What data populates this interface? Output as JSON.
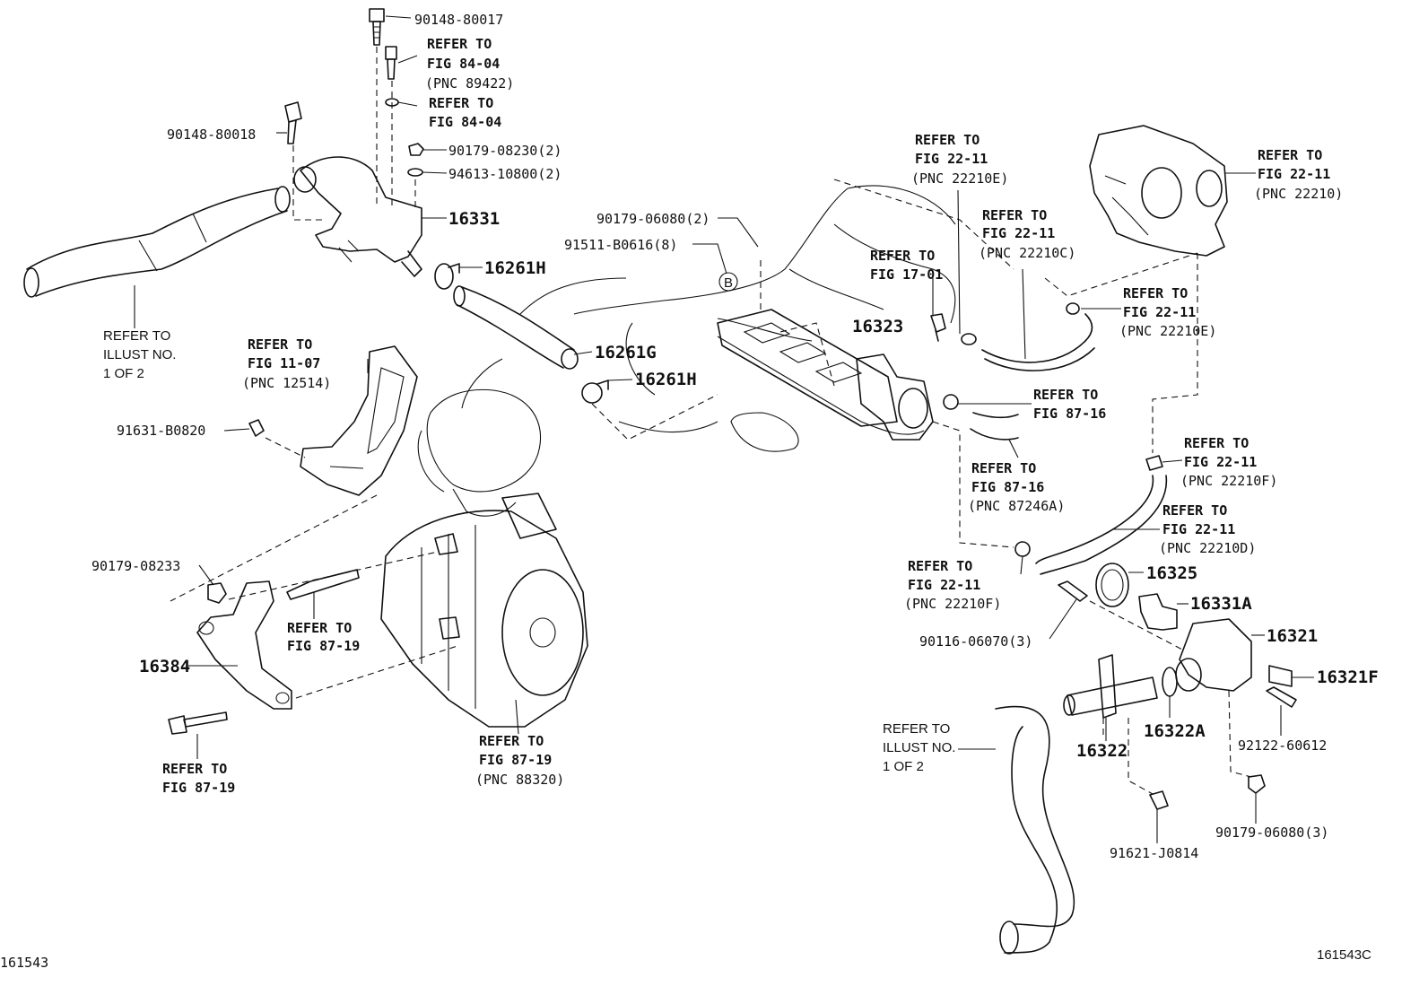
{
  "callouts": {
    "c90148_80017": "90148-80017",
    "c90148_80018": "90148-80018",
    "c90179_08230": "90179-08230(2)",
    "c94613_10800": "94613-10800(2)",
    "c16331": "16331",
    "c16261H_top": "16261H",
    "c16261G": "16261G",
    "c16261H_bot": "16261H",
    "c90179_06080_2": "90179-06080(2)",
    "c91511_B0616": "91511-B0616(8)",
    "cB": "B",
    "c16323": "16323",
    "c91631_B0820": "91631-B0820",
    "c90179_08233": "90179-08233",
    "c16384": "16384",
    "c16325": "16325",
    "c16331A": "16331A",
    "c16321": "16321",
    "c16321F": "16321F",
    "c90116_06070": "90116-06070(3)",
    "c16322A": "16322A",
    "c16322": "16322",
    "c92122_60612": "92122-60612",
    "c90179_06080_3": "90179-06080(3)",
    "c91621_J0814": "91621-J0814",
    "fig_left": "161543",
    "fig_right": "161543C"
  },
  "refs": {
    "r_84_04_a": [
      "REFER TO",
      "FIG 84-04",
      "(PNC 89422)"
    ],
    "r_84_04_b": [
      "REFER TO",
      "FIG 84-04"
    ],
    "r_illust_1": [
      "REFER TO",
      "ILLUST NO.",
      "1 OF 2"
    ],
    "r_11_07": [
      "REFER TO",
      "FIG 11-07",
      "(PNC 12514)"
    ],
    "r_22_11_E_top": [
      "REFER TO",
      "FIG 22-11",
      "(PNC 22210E)"
    ],
    "r_22_11_C": [
      "REFER TO",
      "FIG 22-11",
      "(PNC 22210C)"
    ],
    "r_22_11_main": [
      "REFER TO",
      "FIG 22-11",
      "(PNC 22210)"
    ],
    "r_17_01": [
      "REFER TO",
      "FIG 17-01"
    ],
    "r_22_11_E_mid": [
      "REFER TO",
      "FIG 22-11",
      "(PNC 22210E)"
    ],
    "r_87_16_a": [
      "REFER TO",
      "FIG 87-16"
    ],
    "r_87_16_b": [
      "REFER TO",
      "FIG 87-16",
      "(PNC 87246A)"
    ],
    "r_22_11_F_top": [
      "REFER TO",
      "FIG 22-11",
      "(PNC 22210F)"
    ],
    "r_22_11_D": [
      "REFER TO",
      "FIG 22-11",
      "(PNC 22210D)"
    ],
    "r_22_11_F_bot": [
      "REFER TO",
      "FIG 22-11",
      "(PNC 22210F)"
    ],
    "r_87_19_a": [
      "REFER TO",
      "FIG 87-19"
    ],
    "r_87_19_b": [
      "REFER TO",
      "FIG 87-19"
    ],
    "r_87_19_c": [
      "REFER TO",
      "FIG 87-19",
      "(PNC 88320)"
    ],
    "r_illust_2": [
      "REFER TO",
      "ILLUST NO.",
      "1 OF 2"
    ]
  }
}
